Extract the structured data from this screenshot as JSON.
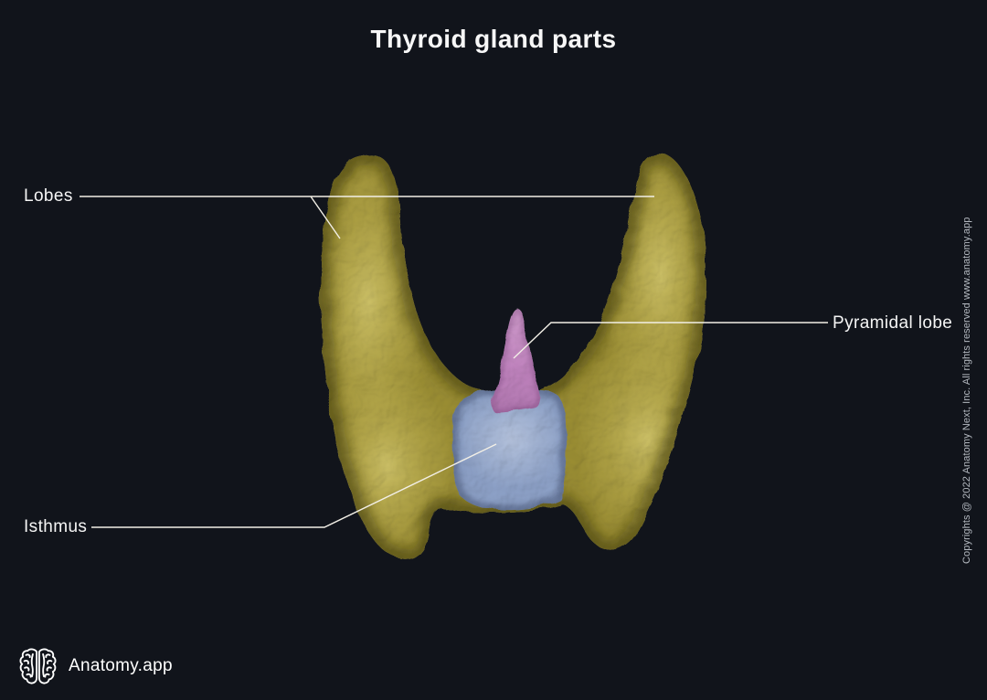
{
  "title": "Thyroid gland parts",
  "labels": [
    {
      "id": "lobes",
      "text": "Lobes"
    },
    {
      "id": "pyramidal-lobe",
      "text": "Pyramidal lobe"
    },
    {
      "id": "isthmus",
      "text": "Isthmus"
    }
  ],
  "copyright": "Copyrights @ 2022 Anatomy Next, Inc. All rights reserved www.anatomy.app",
  "brand": {
    "name": "Anatomy.app",
    "icon": "brain-icon"
  },
  "colors": {
    "background": "#11141b",
    "lobes_fill": "#a89b3d",
    "isthmus_fill": "#8ca0c6",
    "pyramidal_fill": "#c07fbe",
    "leader_line": "#f2efe6",
    "label_text": "#f5f5f5",
    "title_text": "#f7f7f7",
    "copyright_text": "#b4b9c0"
  }
}
